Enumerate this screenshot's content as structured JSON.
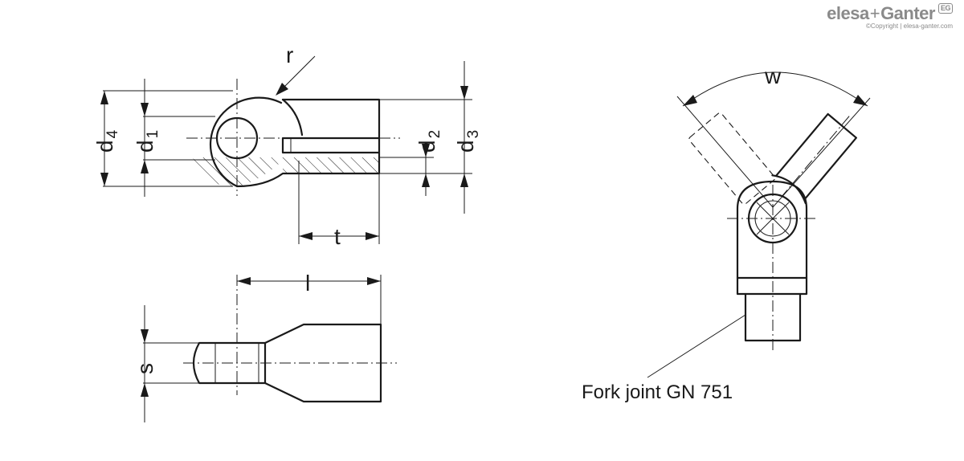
{
  "labels": {
    "d4": "d",
    "d4_sub": "4",
    "d1": "d",
    "d1_sub": "1",
    "r": "r",
    "d2": "d",
    "d2_sub": "2",
    "d3": "d",
    "d3_sub": "3",
    "t": "t",
    "l": "l",
    "s": "s",
    "w": "w"
  },
  "annotation": "Fork joint GN 751",
  "logo": {
    "brand_left": "elesa",
    "brand_join": "+",
    "brand_right": "Ganter",
    "badge": "EG",
    "copyright": "©Copyright | elesa-ganter.com"
  },
  "colors": {
    "line": "#1a1a1a",
    "logo": "#8a8a8a",
    "background": "#ffffff"
  }
}
